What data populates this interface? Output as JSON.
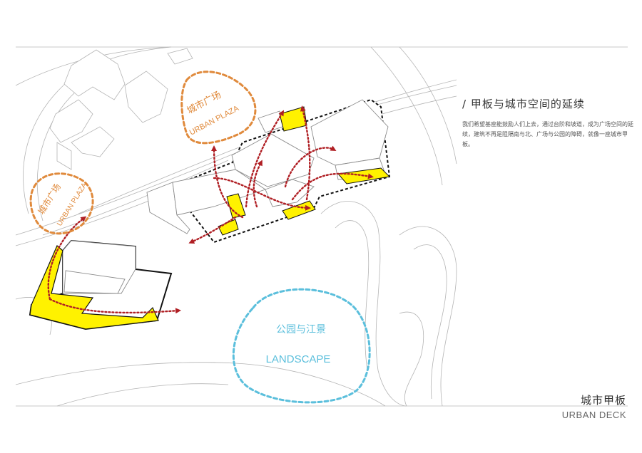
{
  "heading": "/ 甲板与城市空间的延续",
  "description": "我们希望基座能鼓励人们上去，通过台阶和坡道，成为广场空间的延续，建筑不再是阻隔南与北、广场与公园的障碍，就像一座城市甲板。",
  "zones": {
    "plaza_top": {
      "cn": "城市广场",
      "en": "URBAN PLAZA"
    },
    "plaza_left": {
      "cn": "城市广场",
      "en": "URBAN PLAZA"
    },
    "landscape": {
      "cn": "公园与江景",
      "en": "LANDSCAPE"
    }
  },
  "footer": {
    "title_cn": "城市甲板",
    "title_en": "URBAN DECK"
  },
  "colors": {
    "plaza": "#e08a3c",
    "landscape": "#5bbfdc",
    "deck": "#fff200",
    "path": "#b01f24",
    "outline": "#111111",
    "context": "#b4b4b4"
  }
}
